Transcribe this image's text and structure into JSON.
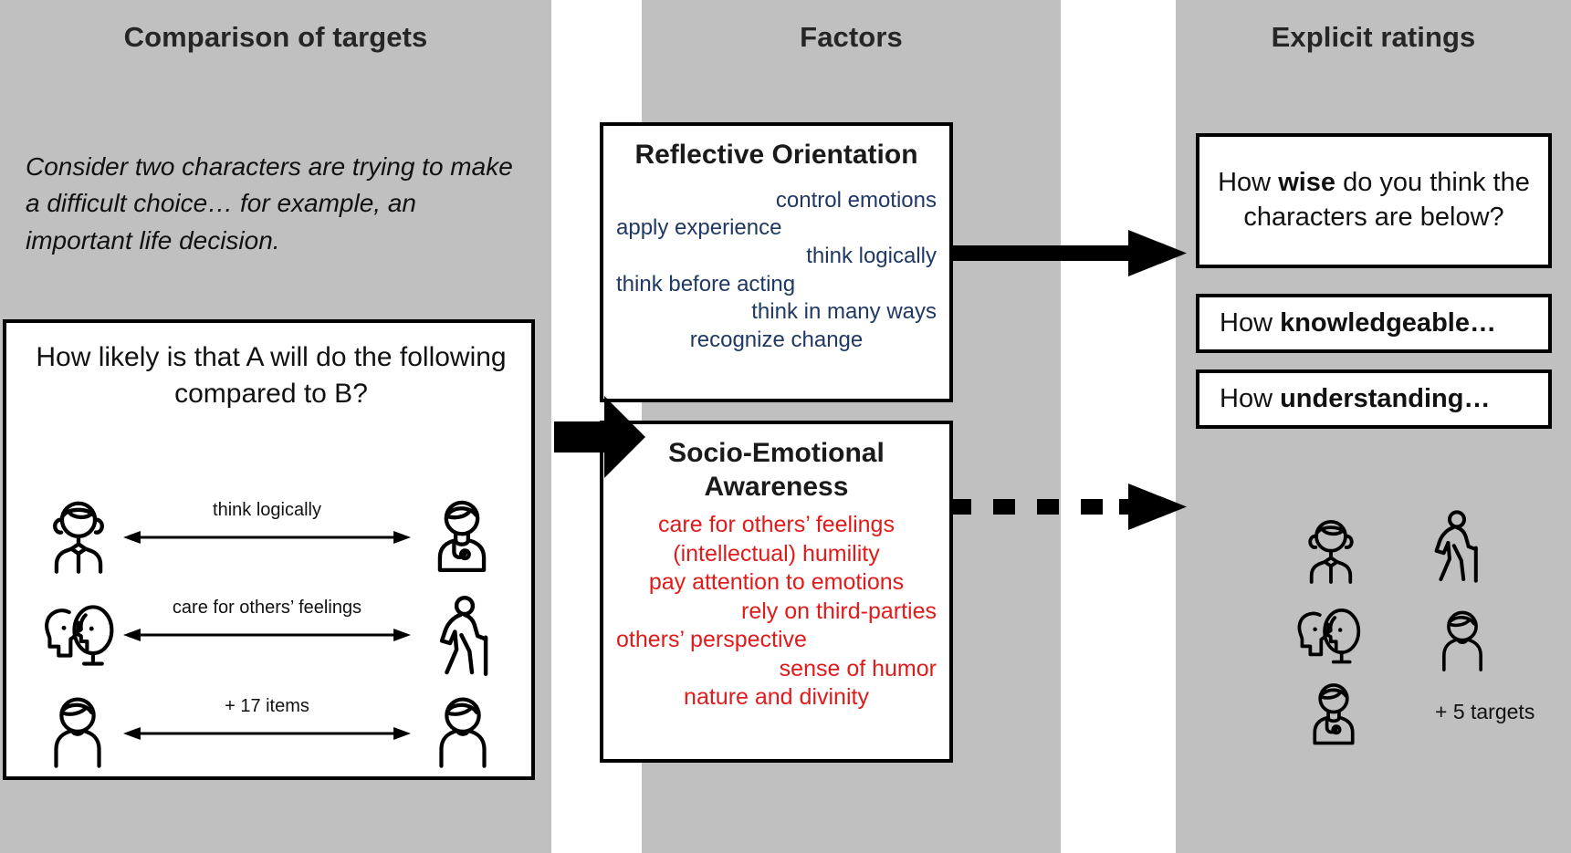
{
  "panels": {
    "left": {
      "title": "Comparison of targets"
    },
    "mid": {
      "title": "Factors"
    },
    "right": {
      "title": "Explicit ratings"
    }
  },
  "left": {
    "intro": "Consider two characters are trying to make a difficult choice… for example, an important life decision.",
    "card": {
      "question": "How likely is that  A will do the following  compared to B?",
      "rows": [
        {
          "label": "think logically",
          "left_icon": "girl-student-icon",
          "right_icon": "doctor-icon"
        },
        {
          "label": "care for others’ feelings",
          "left_icon": "two-heads-icon",
          "right_icon": "elderly-person-with-cane-icon"
        },
        {
          "label": "+ 17 items",
          "left_icon": "person-bust-icon",
          "right_icon": "person-bust-icon"
        }
      ]
    }
  },
  "mid": {
    "boxes": [
      {
        "title": "Reflective Orientation",
        "color": "#1f3864",
        "items": [
          {
            "text": "control emotions",
            "align": "right"
          },
          {
            "text": "apply experience",
            "align": "left"
          },
          {
            "text": "think logically",
            "align": "right"
          },
          {
            "text": "think before acting",
            "align": "left"
          },
          {
            "text": "think in many ways",
            "align": "right"
          },
          {
            "text": "recognize change",
            "align": "center"
          }
        ]
      },
      {
        "title": "Socio-Emotional Awareness",
        "color": "#e01b1b",
        "items": [
          {
            "text": "care for others’ feelings",
            "align": "center"
          },
          {
            "text": "(intellectual) humility",
            "align": "center"
          },
          {
            "text": "pay attention to emotions",
            "align": "center"
          },
          {
            "text": "rely on third-parties",
            "align": "right"
          },
          {
            "text": "others’ perspective",
            "align": "left"
          },
          {
            "text": "sense of humor",
            "align": "right"
          },
          {
            "text": "nature and divinity",
            "align": "center"
          }
        ]
      }
    ]
  },
  "right": {
    "items": [
      {
        "pre": "How ",
        "bold": "wise",
        "post": " do you think the characters are below?"
      },
      {
        "pre": "How ",
        "bold": "knowledgeable…",
        "post": ""
      },
      {
        "pre": "How ",
        "bold": "understanding…",
        "post": ""
      }
    ],
    "targets": {
      "icons": [
        "girl-student-icon",
        "elderly-person-with-cane-icon",
        "two-heads-icon",
        "person-bust-icon",
        "doctor-icon"
      ],
      "label": "+ 5 targets"
    }
  },
  "connectors": [
    {
      "name": "left-to-factors",
      "style": "solid-block"
    },
    {
      "name": "factors-to-ratings",
      "style": "solid-line"
    },
    {
      "name": "factors-to-targets",
      "style": "dashed-line"
    }
  ],
  "colors": {
    "panel_background": "#c0c0c0",
    "page_background": "#ffffff",
    "reflective_text": "#1f3864",
    "socio_text": "#e01b1b",
    "ink": "#000000"
  }
}
